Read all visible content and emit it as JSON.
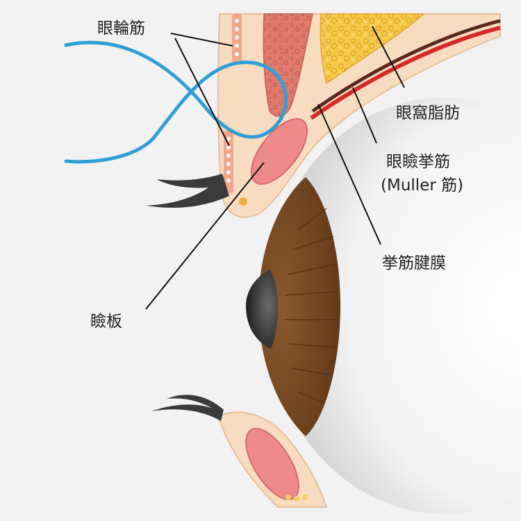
{
  "labels": {
    "orbicularis": "眼輪筋",
    "orbital_fat": "眼窩脂肪",
    "levator_line1": "眼瞼挙筋",
    "levator_line2": "(Muller 筋)",
    "aponeurosis": "挙筋腱膜",
    "tarsus": "瞼板"
  },
  "colors": {
    "background": "#f2f2f2",
    "skin": "#f7dcc0",
    "skin_edge": "#e6bf98",
    "muscle": "#e07a6f",
    "tarsus": "#ef8a8a",
    "fat": "#f2c23c",
    "levator_red": "#d42a2a",
    "levator_dark": "#5a2a1e",
    "iris": "#7a4a22",
    "pupil": "#333333",
    "sclera": "#ffffff",
    "thread": "#2f9fd6",
    "lash": "#3a3a3a",
    "leader_line": "#111111"
  }
}
